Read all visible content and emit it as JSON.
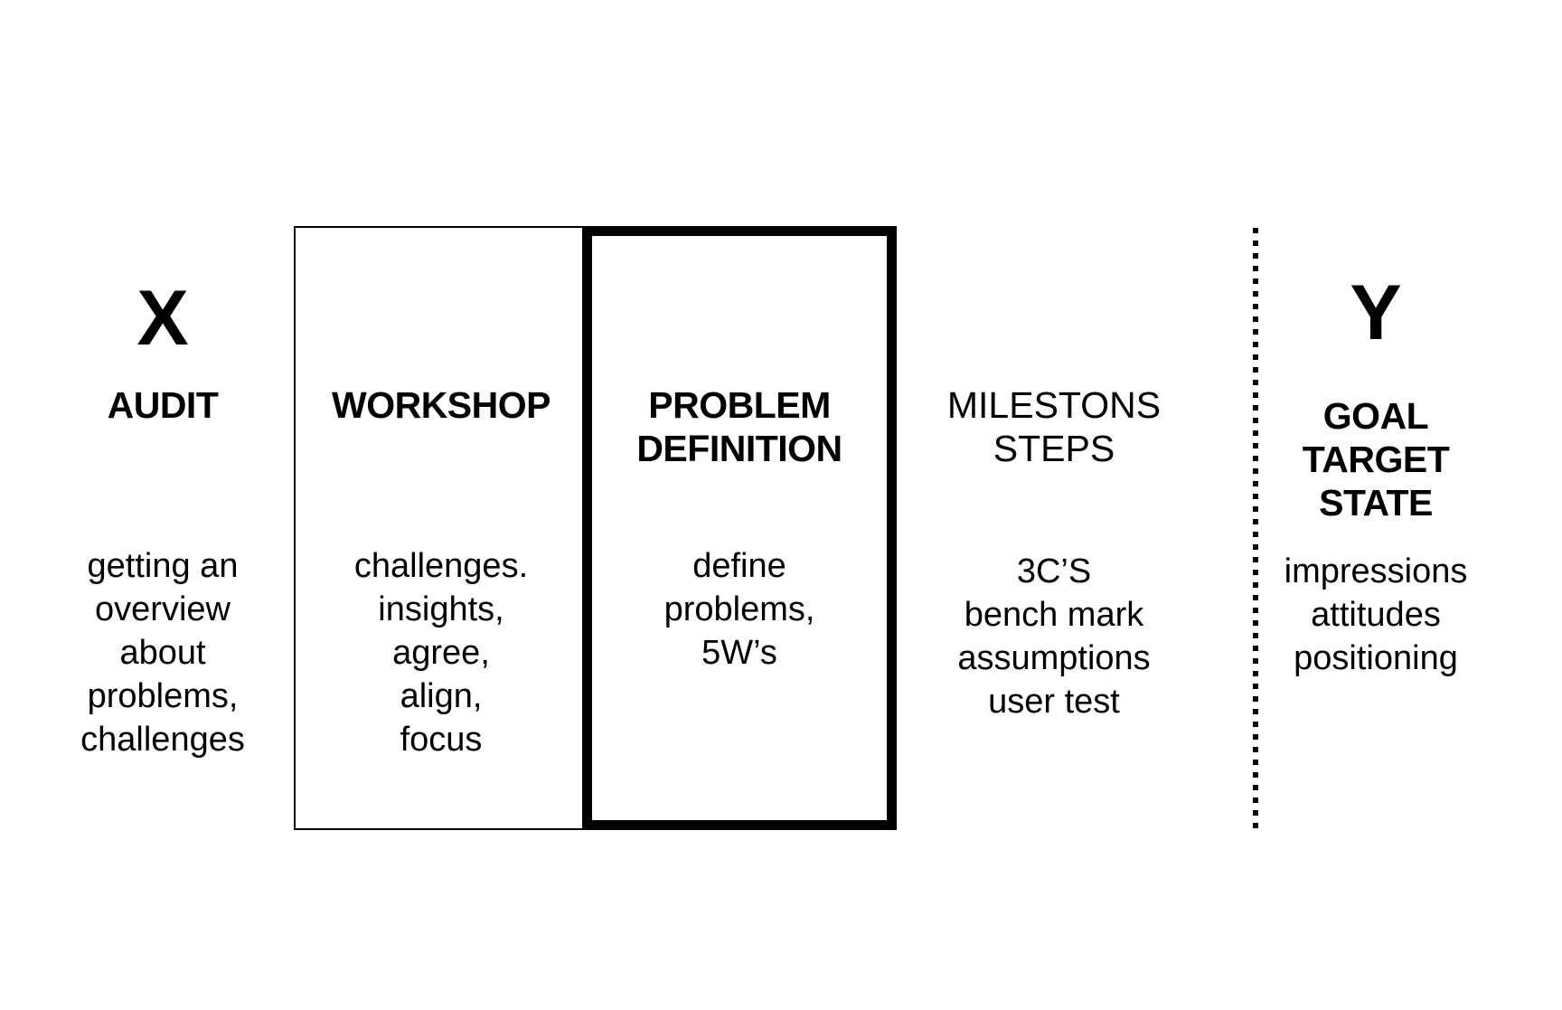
{
  "diagram": {
    "columns": [
      {
        "symbol": "X",
        "heading": "AUDIT",
        "body_lines": [
          "getting an",
          "overview",
          "about",
          "problems,",
          "challenges"
        ]
      },
      {
        "heading": "WORKSHOP",
        "body_lines": [
          "challenges.",
          "insights,",
          "agree,",
          "align,",
          "focus"
        ]
      },
      {
        "heading_lines": [
          "PROBLEM",
          "DEFINITION"
        ],
        "body_lines": [
          "define",
          "problems,",
          "5W’s"
        ]
      },
      {
        "heading_lines": [
          "MILESTONS",
          "STEPS"
        ],
        "body_lines": [
          "3C’S",
          "bench mark",
          "assumptions",
          "user test"
        ]
      },
      {
        "symbol": "Y",
        "heading_lines": [
          "GOAL",
          "TARGET",
          "STATE"
        ],
        "body_lines": [
          "impressions",
          "attitudes",
          "positioning"
        ]
      }
    ],
    "colors": {
      "background": "#ffffff",
      "text": "#000000",
      "outline": "#000000"
    }
  }
}
